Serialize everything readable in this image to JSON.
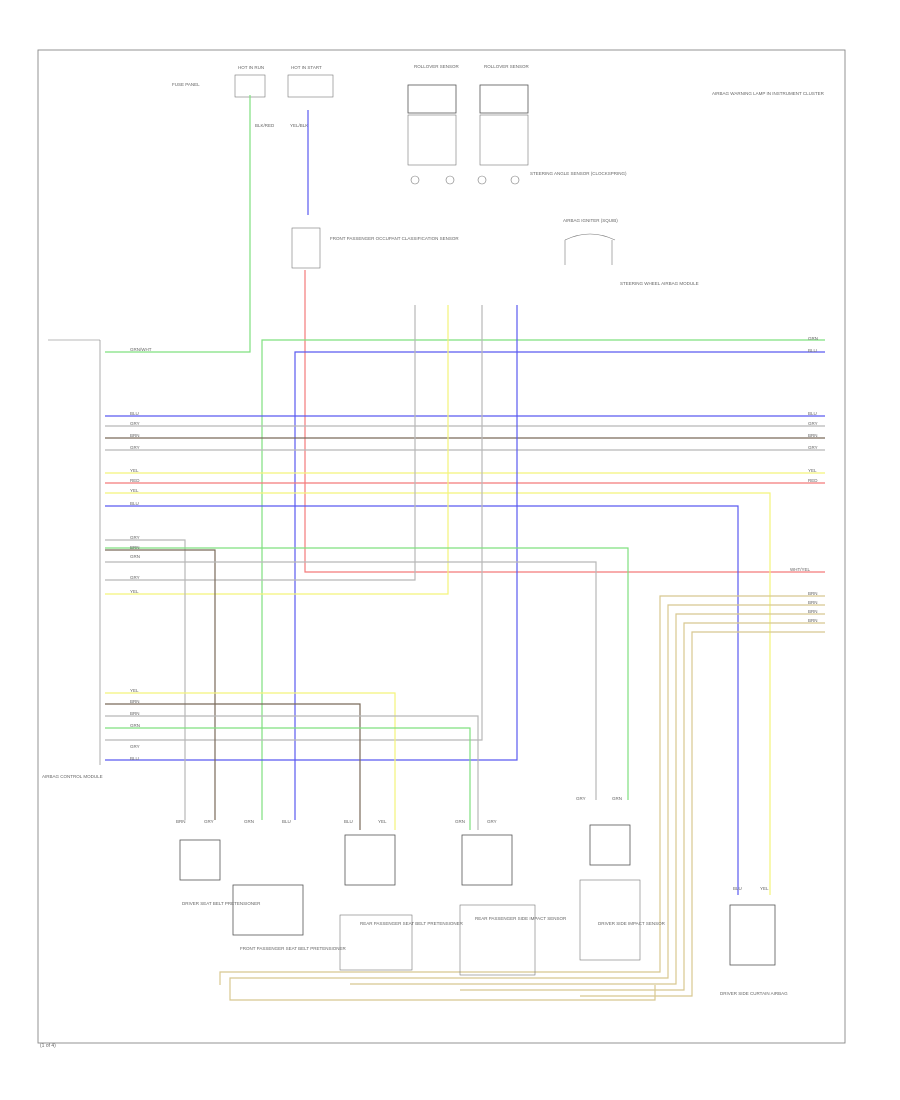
{
  "diagram": {
    "page_label": "(1 of 4)",
    "fuse_labels": [
      "HOT IN RUN",
      "HOT IN START"
    ],
    "fuse_box_label": "FUSE PANEL",
    "fuse_wire_labels": [
      "BLK/RED",
      "YEL/BLK"
    ],
    "front_passenger_sensor": "FRONT PASSENGER OCCUPANT CLASSIFICATION SENSOR",
    "rollover_sensors": [
      "ROLLOVER SENSOR",
      "ROLLOVER SENSOR"
    ],
    "steering_sensor": "STEERING ANGLE SENSOR (CLOCKSPRING)",
    "igniter_cable": "AIRBAG IGNITER (SQUIB)",
    "steering_wheel_module": "STEERING WHEEL AIRBAG MODULE",
    "airbag_warning": "AIRBAG WARNING LAMP IN INSTRUMENT CLUSTER",
    "airbag_control_module": "AIRBAG CONTROL MODULE",
    "bottom_components": [
      "DRIVER SEAT BELT PRETENSIONER",
      "FRONT PASSENGER SEAT BELT PRETENSIONER",
      "REAR PASSENGER SEAT BELT PRETENSIONER",
      "REAR PASSENGER SIDE IMPACT SENSOR",
      "DRIVER SIDE IMPACT SENSOR",
      "DRIVER SIDE CURTAIN AIRBAG"
    ],
    "wire_colors_right": [
      "GRN",
      "BLU",
      "BLU",
      "GRY",
      "BRN",
      "GRY",
      "YEL",
      "RED",
      "WHT/YEL",
      "BRN",
      "BRN",
      "BRN",
      "BRN"
    ],
    "wire_colors_left": [
      "GRN/WHT",
      "BLU",
      "GRY",
      "BRN",
      "GRY",
      "YEL",
      "RED",
      "YEL",
      "BLU",
      "GRY",
      "BRN",
      "GRN",
      "GRY",
      "YEL",
      "YEL",
      "BRN",
      "BRN",
      "GRN",
      "GRY",
      "BLU"
    ],
    "component_wire_labels": [
      "BRN",
      "GRY",
      "GRN",
      "BLU",
      "BLU",
      "YEL",
      "GRN",
      "GRY",
      "GRY",
      "GRN",
      "BLU",
      "YEL"
    ],
    "colors": {
      "green": "#7fe07f",
      "blue": "#5a5af0",
      "gray": "#b8b8b8",
      "brown": "#7a6a5a",
      "yellow": "#f4f47a",
      "red": "#f47a7a",
      "tan": "#d8c890"
    }
  }
}
